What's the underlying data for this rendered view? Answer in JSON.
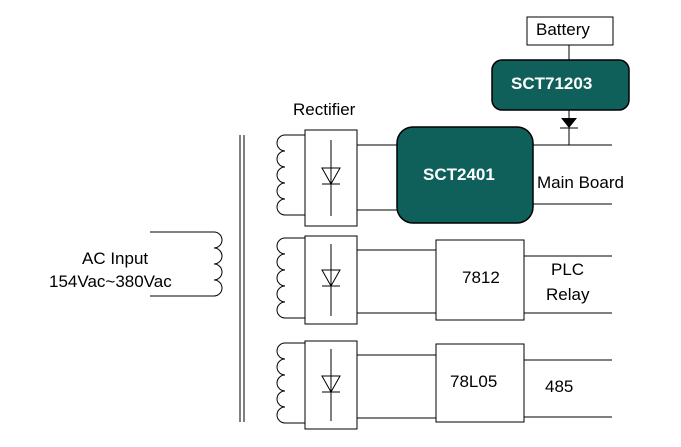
{
  "labels": {
    "battery": "Battery",
    "rectifier": "Rectifier",
    "ac_input_line1": "AC Input",
    "ac_input_line2": "154Vac~380Vac",
    "main_board": "Main Board",
    "plc": "PLC",
    "relay": "Relay",
    "rs485": "485"
  },
  "chips": {
    "sct71203": "SCT71203",
    "sct2401": "SCT2401"
  },
  "regulators": {
    "r7812": "7812",
    "r78l05": "78L05"
  },
  "colors": {
    "chip_fill": "#0f5f5a",
    "chip_text": "#ffffff",
    "line": "#000000"
  }
}
